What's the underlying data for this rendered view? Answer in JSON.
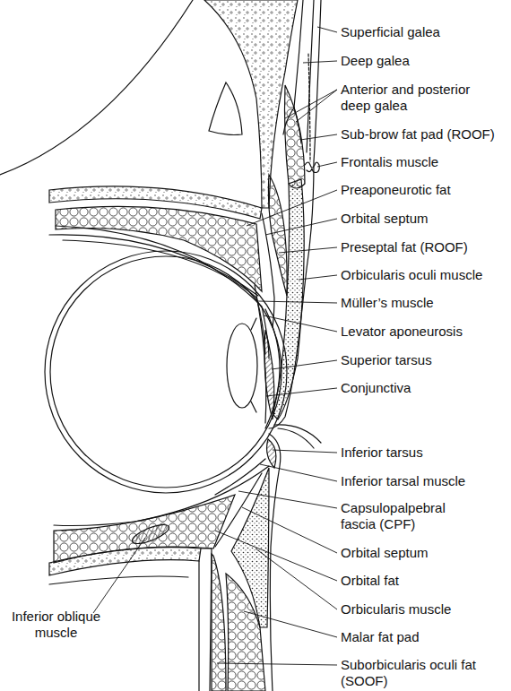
{
  "diagram": {
    "labels": [
      "Superficial galea",
      "Deep galea",
      "Anterior and posterior deep galea",
      "Sub-brow fat pad (ROOF)",
      "Frontalis muscle",
      "Preaponeurotic fat",
      "Orbital septum",
      "Preseptal fat (ROOF)",
      "Orbicularis oculi muscle",
      "Müller’s muscle",
      "Levator aponeurosis",
      "Superior tarsus",
      "Conjunctiva",
      "Inferior tarsus",
      "Inferior tarsal muscle",
      "Capsulopalpebral fascia (CPF)",
      "Orbital septum",
      "Orbital fat",
      "Orbicularis muscle",
      "Malar fat pad",
      "Suborbicularis oculi fat (SOOF)",
      "Inferior oblique muscle"
    ]
  }
}
